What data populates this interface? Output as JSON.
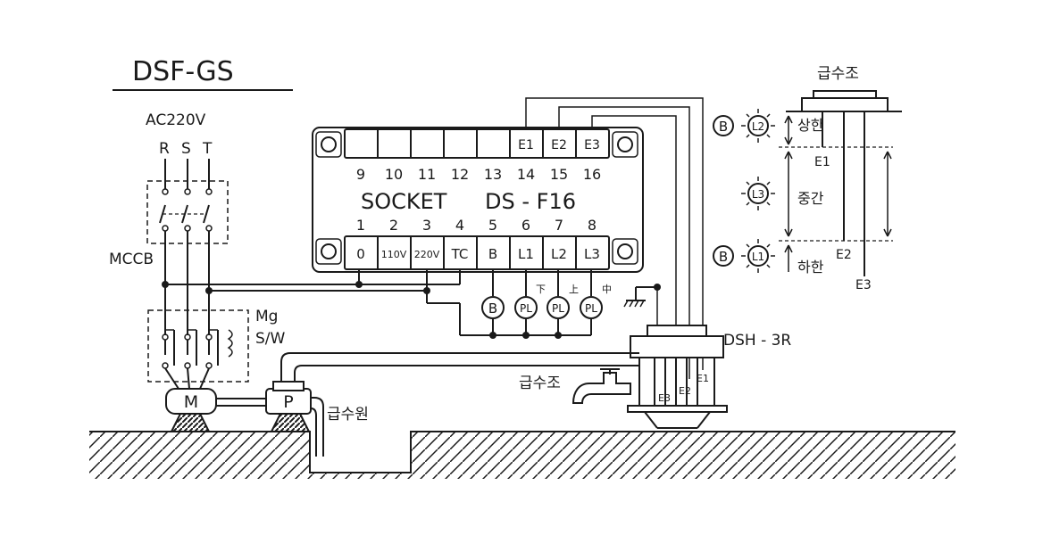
{
  "title": "DSF-GS",
  "power": {
    "label": "AC220V",
    "phases": [
      "R",
      "S",
      "T"
    ],
    "breaker_label": "MCCB",
    "contactor_label_1": "Mg",
    "contactor_label_2": "S/W"
  },
  "socket": {
    "name": "SOCKET",
    "model": "DS - F16",
    "top_terminals": [
      {
        "number": "9",
        "label": ""
      },
      {
        "number": "10",
        "label": ""
      },
      {
        "number": "11",
        "label": ""
      },
      {
        "number": "12",
        "label": ""
      },
      {
        "number": "13",
        "label": ""
      },
      {
        "number": "14",
        "label": "E1"
      },
      {
        "number": "15",
        "label": "E2"
      },
      {
        "number": "16",
        "label": "E3"
      }
    ],
    "bottom_terminals": [
      {
        "number": "1",
        "label": "0"
      },
      {
        "number": "2",
        "label": "110V"
      },
      {
        "number": "3",
        "label": "220V"
      },
      {
        "number": "4",
        "label": "TC"
      },
      {
        "number": "5",
        "label": "B"
      },
      {
        "number": "6",
        "label": "L1"
      },
      {
        "number": "7",
        "label": "L2"
      },
      {
        "number": "8",
        "label": "L3"
      }
    ]
  },
  "indicators": {
    "buzzer": "B",
    "pilot": "PL",
    "level_low": "下",
    "level_high": "上",
    "level_mid": "中"
  },
  "motor_label": "M",
  "pump_label": "P",
  "water_source_label": "급수원",
  "supply_label": "급수조",
  "sensor": {
    "model": "DSH - 3R",
    "electrodes": [
      "E3",
      "E2",
      "E1"
    ]
  },
  "tank_detail": {
    "title": "급수조",
    "buzzer": "B",
    "lamp_upper": "L2",
    "lamp_middle": "L3",
    "lamp_lower": "L1",
    "upper_limit": "상한",
    "middle": "중간",
    "lower_limit": "하한",
    "electrodes": [
      "E1",
      "E2",
      "E3"
    ]
  }
}
